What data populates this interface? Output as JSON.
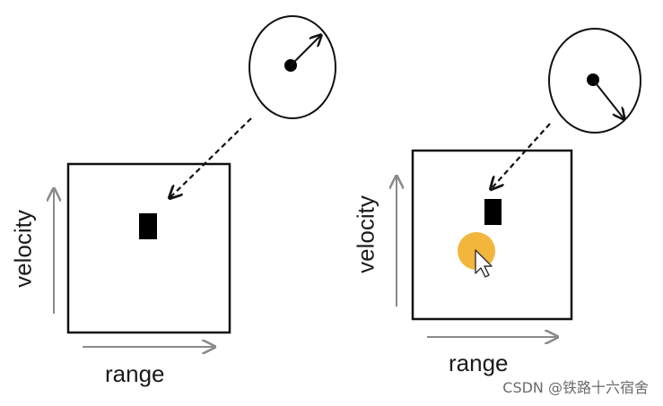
{
  "diagrams": [
    {
      "xlabel": "range",
      "ylabel": "velocity"
    },
    {
      "xlabel": "range",
      "ylabel": "velocity"
    }
  ],
  "icons": {
    "cursor": "mouse-pointer-icon",
    "highlight": "click-highlight-icon"
  },
  "colors": {
    "stroke": "#111111",
    "axis_arrow": "#8a8a8a",
    "highlight": "#f2b233",
    "target": "#000000"
  },
  "watermark": "CSDN @铁路十六宿舍"
}
